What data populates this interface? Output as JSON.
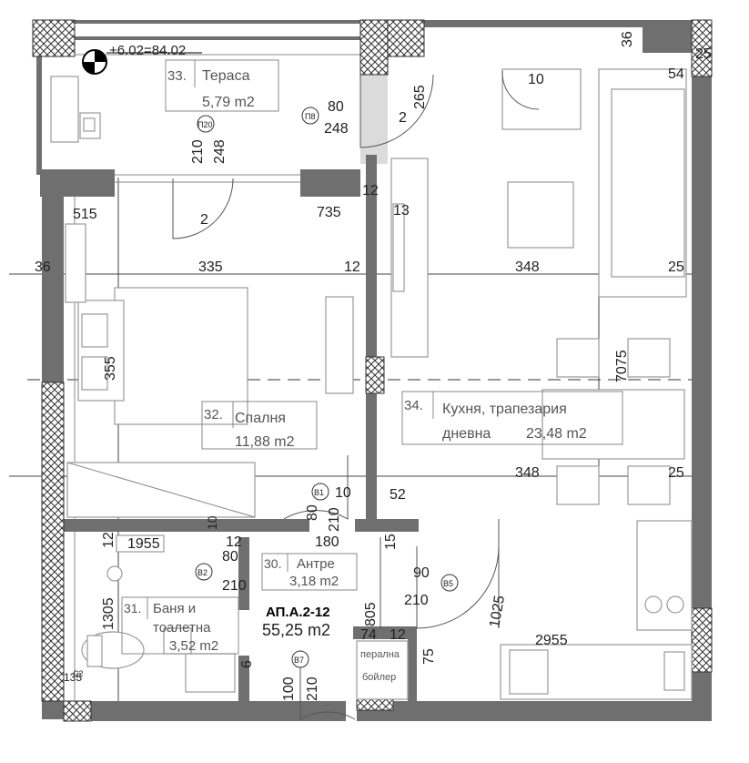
{
  "level_mark": "+6.02=84.02",
  "apartment": {
    "id": "АП.А.2-12",
    "area": "55,25 m2"
  },
  "rooms": {
    "terrace": {
      "num": "33.",
      "name": "Тераса",
      "area": "5,79 m2"
    },
    "bedroom": {
      "num": "32.",
      "name": "Спалня",
      "area": "11,88 m2"
    },
    "kitchen": {
      "num": "34.",
      "name": "Кухня, трапезария",
      "name2": "дневна",
      "area": "23,48 m2"
    },
    "hall": {
      "num": "30.",
      "name": "Антре",
      "area": "3,18 m2"
    },
    "bath": {
      "num": "31.",
      "name": "Баня и",
      "name2": "тоалетна",
      "area": "3,52 m2"
    }
  },
  "door_tags": {
    "p8": "П8",
    "p20": "П20",
    "b1": "В1",
    "b2": "В2",
    "b5": "В5",
    "b7": "В7",
    "c2": "С2"
  },
  "appliance_labels": {
    "washer": "перална",
    "boiler": "бойлер"
  },
  "dims": {
    "d36_top": "36",
    "d25_top": "25",
    "d10_top": "10",
    "d54": "54",
    "d80_p8": "80",
    "d248_p8": "248",
    "d2_p8": "2",
    "d265": "265",
    "d210_p20": "210",
    "d248_p20": "248",
    "d2_bed": "2",
    "d515": "515",
    "d735": "735",
    "d12_wall": "12",
    "d13": "13",
    "d36_left": "36",
    "d335": "335",
    "d12_mid": "12",
    "d348_top": "348",
    "d25_r1": "25",
    "d355": "355",
    "d7075": "7075",
    "d348_bot": "348",
    "d25_r2": "25",
    "d10_b1": "10",
    "d52": "52",
    "d80_b1": "80",
    "d210_b1": "210",
    "d12_bath": "12",
    "d10_bath": "10",
    "d1955": "1955",
    "d12_bh": "12",
    "d180": "180",
    "d15": "15",
    "d80_b2": "80",
    "d210_b2": "210",
    "d90": "90",
    "d210_b5": "210",
    "d1025": "1025",
    "d1305": "1305",
    "d805": "805",
    "d74": "74",
    "d12_low": "12",
    "d2955": "2955",
    "d75": "75",
    "d6": "6",
    "d100": "100",
    "d210_b7": "210",
    "d135": "135"
  }
}
